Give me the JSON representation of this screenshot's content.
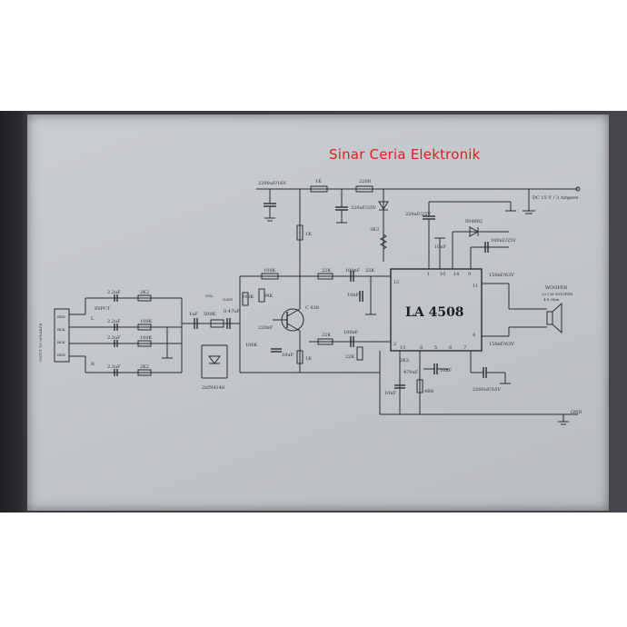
{
  "brand": "Sinar Ceria Elektronik",
  "ic": {
    "name": "LA 4508",
    "pins_top": [
      "1",
      "10",
      "14",
      "9"
    ],
    "pins_left": [
      "12",
      "2"
    ],
    "pins_bottom": [
      "13",
      "8",
      "5",
      "6",
      "7"
    ],
    "pins_right": [
      "11",
      "4"
    ]
  },
  "labels": {
    "power": "DC 15 V / 3 Ampere",
    "cap_supply": "2200uF/16V",
    "r_1k_top": "1K",
    "r_220r": "220R",
    "cap_220uf": "220uF/25V",
    "zener": "3K3",
    "cap_220uf_b": "220uF/25V",
    "diode": "IN4002",
    "cap_100uf": "100uF/25V",
    "cap_10uf_a": "10uF",
    "cap_150nf": "150nF/63V",
    "cap_150nf_b": "150nF/63V",
    "r_1k_mid": "1K",
    "r_100k_a": "100K",
    "r_22k_a": "22K",
    "cap_100nf_a": "100nF",
    "r_22k_b": "22K",
    "cap_10nf": "10nF",
    "transistor": "C 828",
    "r_39k": "39K",
    "cap_220nf": "220nF",
    "r_100k_b": "100K",
    "cap_10uf_b": "10uF",
    "r_1k_bot": "1K",
    "r_22k_c": "22K",
    "cap_100nf_b": "100nF",
    "r_22k_d": "22K",
    "cap_10nf_b": "10nF",
    "r_2k2": "2K2",
    "cap_10nf_c": "10nF",
    "cap_470uf": "470uF",
    "cap_2200uf_out": "2200uF/16V",
    "r_4r8": "4R8",
    "speaker": "WOOFER",
    "speaker_sub": "20 CM WOOFER",
    "speaker_spec": "4-8 Ohm",
    "diodes": "2xIN4148",
    "cap_047": "0.47uF",
    "cap_1uf": "1uF",
    "pot": "500K",
    "r_100k_c": "100K",
    "input_title": "INPUT",
    "input_l": "L",
    "input_r": "R",
    "input_block": "INPUT TO SPEAKER",
    "cap_22uf_1": "2.2uF",
    "cap_22uf_2": "2.2uF",
    "cap_22uf_3": "2.2uF",
    "cap_22uf_4": "2.2uF",
    "r_2k2_a": "2K2",
    "r_100k_d": "100K",
    "r_100k_e": "100K",
    "r_2k2_b": "2K2",
    "gnd": "GND",
    "terminals": [
      "RED",
      "BLK",
      "BLK",
      "RED"
    ],
    "pot_top": "VOL",
    "pot_mid": "GAIN"
  }
}
